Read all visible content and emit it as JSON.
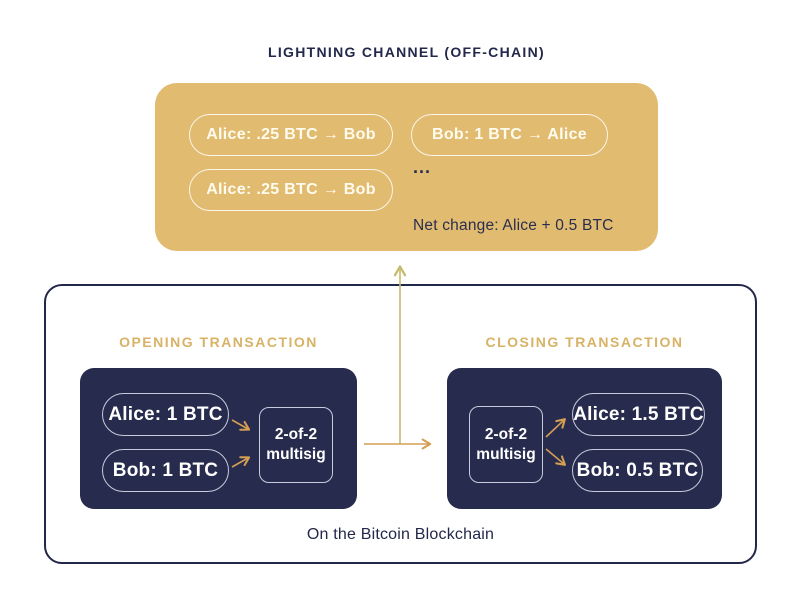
{
  "title": "LIGHTNING CHANNEL (OFF-CHAIN)",
  "channel": {
    "updates": [
      "Alice: .25 BTC → Bob",
      "Bob: 1 BTC → Alice",
      "Alice: .25 BTC → Bob"
    ],
    "ellipsis": "...",
    "net_change": "Net change: Alice + 0.5 BTC"
  },
  "blockchain": {
    "opening": {
      "title": "OPENING TRANSACTION",
      "inputs": [
        "Alice: 1 BTC",
        "Bob: 1 BTC"
      ],
      "multisig": {
        "line1": "2-of-2",
        "line2": "multisig"
      }
    },
    "closing": {
      "title": "CLOSING TRANSACTION",
      "multisig": {
        "line1": "2-of-2",
        "line2": "multisig"
      },
      "outputs": [
        "Alice: 1.5 BTC",
        "Bob: 0.5 BTC"
      ]
    },
    "caption": "On the Bitcoin Blockchain"
  },
  "colors": {
    "navy": "#272B4D",
    "outline_navy": "#23284A",
    "gold_panel": "#E0BB70",
    "gold_heading": "#D8B266",
    "arrow_gold": "#D49E53",
    "arrow_olive": "#C6BA6C",
    "pill_border_light": "#C7CBDD"
  }
}
